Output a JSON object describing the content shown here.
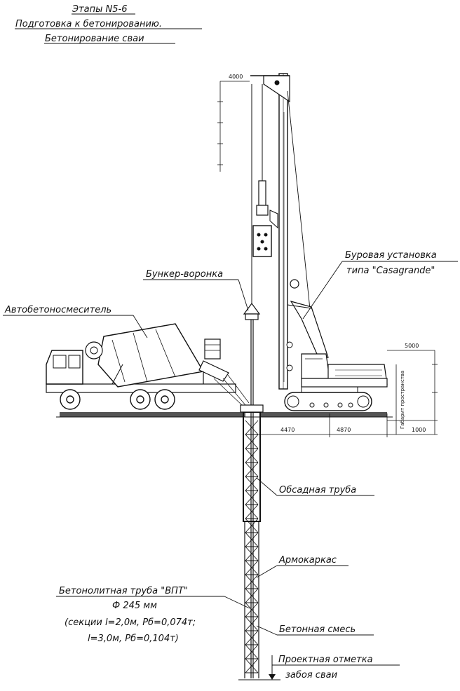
{
  "header": {
    "line1": "Этапы N5-6",
    "line2": "Подготовка к бетонированию.",
    "line3": "Бетонирование сваи"
  },
  "labels": {
    "rig_line1": "Буровая установка",
    "rig_line2": "типа \"Casagrande\"",
    "hopper": "Бункер-воронка",
    "mixer": "Автобетоносмеситель",
    "casing": "Обсадная труба",
    "cage": "Армокаркас",
    "tremie_line1": "Бетонолитная труба \"ВПТ\"",
    "tremie_line2": "Ф 245 мм",
    "tremie_line3": "(секции l=2,0м, Рб=0,074т;",
    "tremie_line4": "l=3,0м, Рб=0,104т)",
    "concrete": "Бетонная смесь",
    "design_mark_line1": "Проектная отметка",
    "design_mark_line2": "забоя сваи"
  },
  "dimensions": {
    "top_offset": "4000",
    "right_width": "5000",
    "ground_left": "4470",
    "ground_right": "4870",
    "right_small": "1000",
    "right_vertical_note": "Габарит пространства"
  }
}
